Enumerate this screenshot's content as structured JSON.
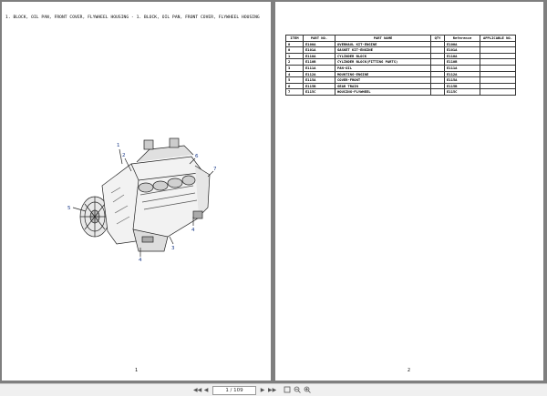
{
  "left_page": {
    "header": "1. BLOCK, OIL PAN, FRONT COVER, FLYWHEEL HOUSING - 1. BLOCK, OIL PAN, FRONT COVER, FLYWHEEL HOUSING",
    "callouts": [
      "1",
      "2",
      "3",
      "4",
      "4",
      "5",
      "6",
      "7"
    ],
    "page_number": "1"
  },
  "right_page": {
    "table": {
      "headers": [
        "ITEM",
        "PART NO.",
        "PART NAME",
        "QTY",
        "Reference",
        "APPLICABLE NO."
      ],
      "rows": [
        [
          "0",
          "E100A",
          "OVERHAUL KIT-ENGINE",
          "",
          "E100A",
          ""
        ],
        [
          "0",
          "E101A",
          "GASKET KIT-ENGINE",
          "",
          "E101A",
          ""
        ],
        [
          "1",
          "E110A",
          "CYLINDER BLOCK",
          "",
          "E110A",
          ""
        ],
        [
          "2",
          "E110B",
          "CYLINDER BLOCK(FITTING PARTS)",
          "",
          "E110B",
          ""
        ],
        [
          "3",
          "E111A",
          "PAN-OIL",
          "",
          "E111A",
          ""
        ],
        [
          "4",
          "E112A",
          "MOUNTING-ENGINE",
          "",
          "E112A",
          ""
        ],
        [
          "5",
          "E115A",
          "COVER-FRONT",
          "",
          "E115A",
          ""
        ],
        [
          "6",
          "E115B",
          "GEAR TRAIN",
          "",
          "E115B",
          ""
        ],
        [
          "7",
          "E115C",
          "HOUSING-FLYWHEEL",
          "",
          "E115C",
          ""
        ]
      ]
    },
    "page_number": "2"
  },
  "toolbar": {
    "page_indicator": "1 / 109",
    "first_icon": "first-page-icon",
    "prev_icon": "previous-page-icon",
    "next_icon": "next-page-icon",
    "last_icon": "last-page-icon",
    "fit_icon": "fit-page-icon",
    "zoom_out_icon": "zoom-out-icon",
    "zoom_in_icon": "zoom-in-icon"
  }
}
